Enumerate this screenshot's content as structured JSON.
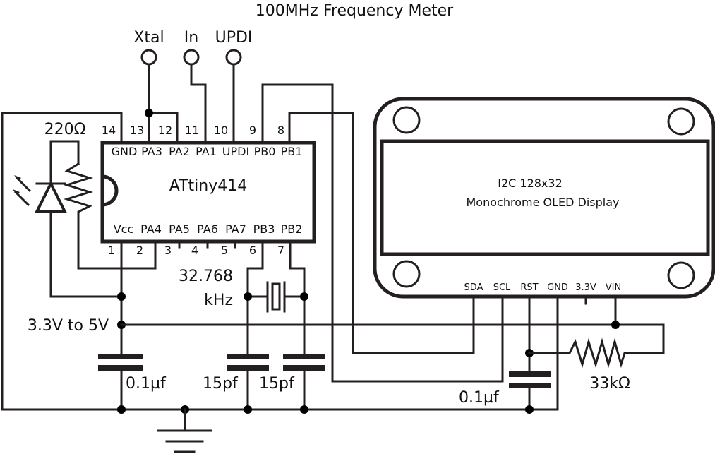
{
  "title": "100MHz Frequency Meter",
  "terminals": {
    "xtal": "Xtal",
    "in": "In",
    "updi": "UPDI"
  },
  "ic": {
    "name": "ATtiny414",
    "top_pin_numbers": [
      "14",
      "13",
      "12",
      "11",
      "10",
      "9",
      "8"
    ],
    "top_pin_names": [
      "GND",
      "PA3",
      "PA2",
      "PA1",
      "UPDI",
      "PB0",
      "PB1"
    ],
    "bottom_pin_numbers": [
      "1",
      "2",
      "3",
      "4",
      "5",
      "6",
      "7"
    ],
    "bottom_pin_names": [
      "Vcc",
      "PA4",
      "PA5",
      "PA6",
      "PA7",
      "PB3",
      "PB2"
    ]
  },
  "components": {
    "led_resistor": "220Ω",
    "crystal_line1": "32.768",
    "crystal_line2": "kHz",
    "supply": "3.3V to 5V",
    "decoupling_cap": "0.1µf",
    "xtal_cap_1": "15pf",
    "xtal_cap_2": "15pf",
    "reset_cap": "0.1µf",
    "reset_resistor": "33kΩ"
  },
  "oled": {
    "line1": "I2C 128x32",
    "line2": "Monochrome OLED Display",
    "pins": [
      "SDA",
      "SCL",
      "RST",
      "GND",
      "3.3V",
      "VIN"
    ]
  }
}
